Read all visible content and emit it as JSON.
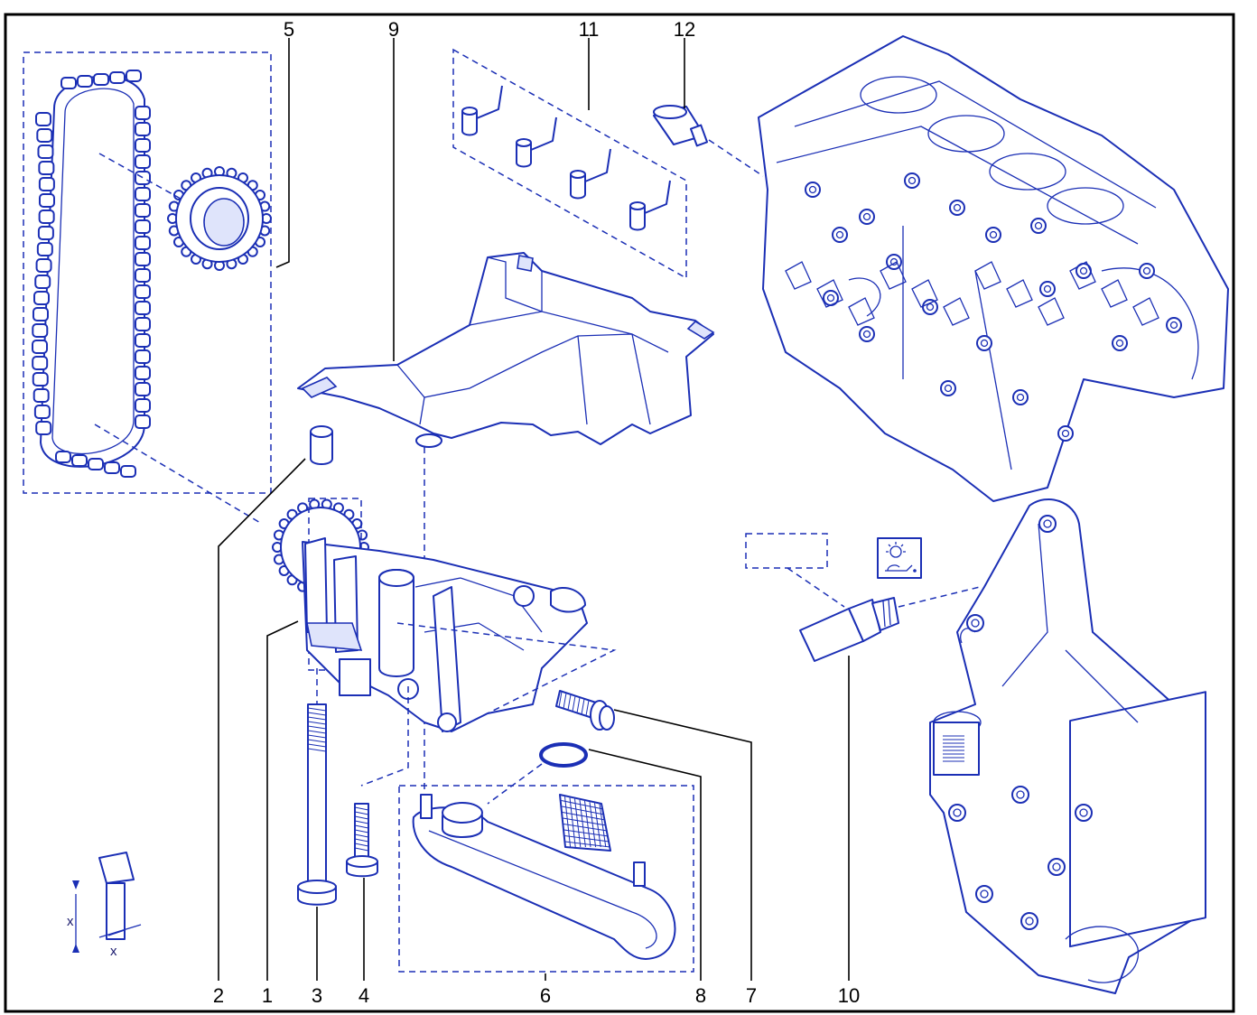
{
  "colors": {
    "line_art": "#1b2fb5",
    "line_art_light": "#dfe4fb",
    "callout": "#000000",
    "frame": "#000000"
  },
  "callouts": {
    "c1": "1",
    "c2": "2",
    "c3": "3",
    "c4": "4",
    "c5": "5",
    "c6": "6",
    "c7": "7",
    "c8": "8",
    "c9": "9",
    "c10": "10",
    "c11": "11",
    "c12": "12"
  },
  "bolt_legend": {
    "x_top": "x",
    "x_bottom": "x"
  },
  "icons": {
    "oil_pressure_warning": "oil-pressure-warning-icon"
  }
}
